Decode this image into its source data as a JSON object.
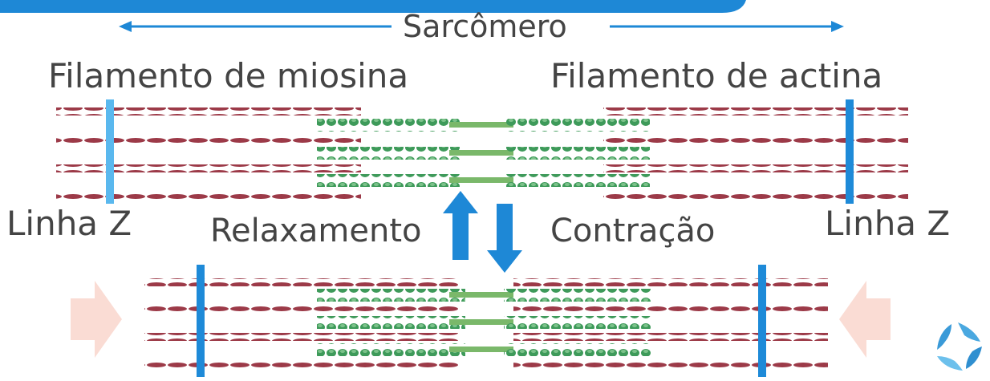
{
  "labels": {
    "sarcomere": "Sarcômero",
    "myosin_filament": "Filamento de miosina",
    "actin_filament": "Filamento de actina",
    "z_line_left": "Linha Z",
    "z_line_right": "Linha Z",
    "relaxation": "Relaxamento",
    "contraction": "Contração"
  },
  "colors": {
    "banner": "#1e88d6",
    "arrow_blue": "#1e88d6",
    "z_line_top_left": "#5ab8ee",
    "z_line": "#1e8ad8",
    "actin": "#9c3a48",
    "myosin": "#3e9a5a",
    "myosin_core": "#7ab86a",
    "force_arrow": "#fadcd4",
    "logo": "#4aa8e0"
  },
  "icons": {
    "up": "arrow-up-icon",
    "down": "arrow-down-icon",
    "logo": "logo-icon"
  }
}
